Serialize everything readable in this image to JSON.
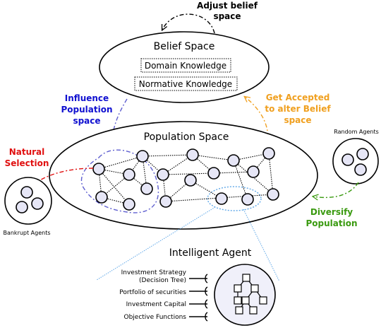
{
  "labels": {
    "adjust_line1": "Adjust belief",
    "adjust_line2": "space",
    "belief_space": "Belief Space",
    "domain_knowledge": "Domain Knowledge",
    "normative_knowledge": "Normative Knowledge",
    "influence_line1": "Influence",
    "influence_line2": "Population",
    "influence_line3": "space",
    "get_accepted_line1": "Get Accepted",
    "get_accepted_line2": "to alter Belief",
    "get_accepted_line3": "space",
    "population_space": "Population Space",
    "random_agents": "Random Agents",
    "natural_line1": "Natural",
    "natural_line2": "Selection",
    "bankrupt_agents": "Bankrupt Agents",
    "diversify_line1": "Diversify",
    "diversify_line2": "Population",
    "intelligent_agent": "Intelligent Agent",
    "attr_strategy_line1": "Investment Strategy",
    "attr_strategy_line2": "(Decision Tree)",
    "attr_portfolio": "Portfolio of securities",
    "attr_capital": "Investment Capital",
    "attr_objective": "Objective Functions"
  },
  "colors": {
    "influence": "#1010d0",
    "accepted": "#f0a020",
    "natural": "#e01010",
    "diversify": "#3a9a10",
    "agent_fill": "#e6e6f6",
    "influence_loop": "#6060d0",
    "selected_loop": "#60a8e8"
  }
}
